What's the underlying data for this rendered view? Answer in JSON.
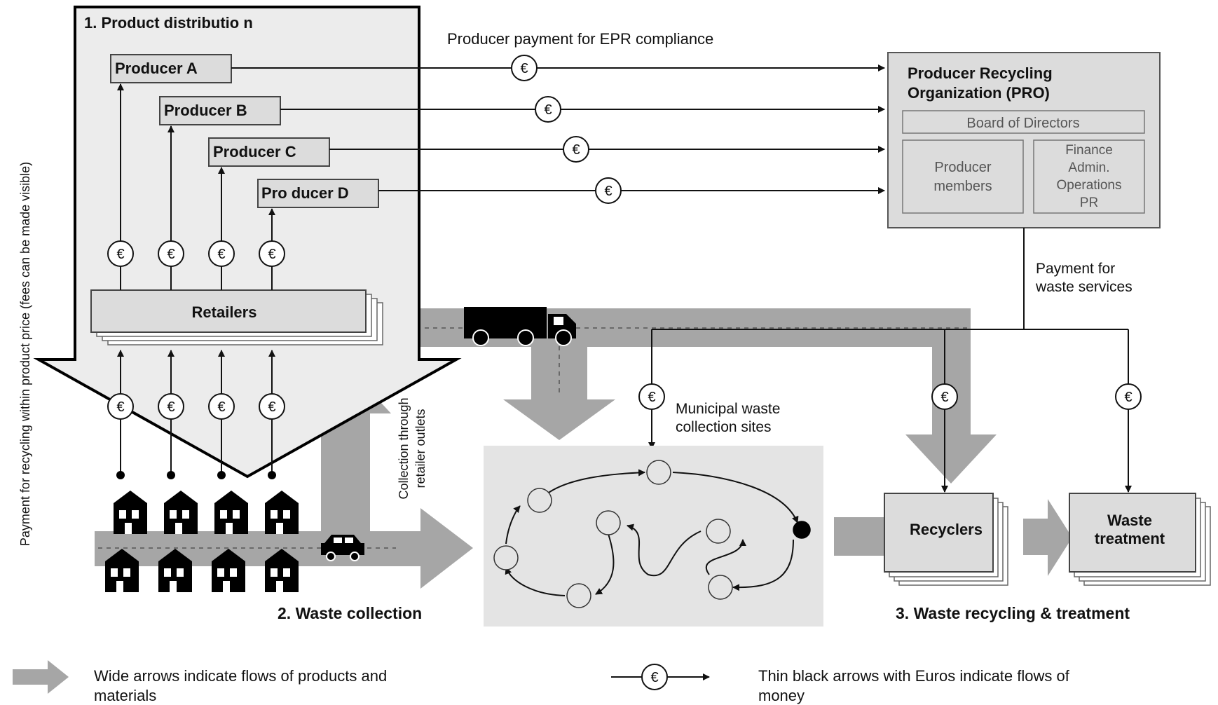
{
  "colors": {
    "wide_arrow": "#a6a6a6",
    "panel": "#ececec",
    "box": "#dcdcdc",
    "stroke": "#222222",
    "money_line": "#111111"
  },
  "distribution": {
    "title": "1. Product distributio n",
    "producers": [
      "Producer A",
      "Producer B",
      "Producer C",
      "Pro ducer D"
    ],
    "retailers": "Retailers",
    "side_label": "Payment for recycling within product price (fees can be made visible)",
    "collection_retailer": [
      "Collection through",
      "retailer outlets"
    ]
  },
  "epr_label": "Producer payment for EPR compliance",
  "euro_symbol": "€",
  "pro": {
    "title_line1": "Producer Recycling",
    "title_line2": "Organization (PRO)",
    "board": "Board of Directors",
    "members_line1": "Producer",
    "members_line2": "members",
    "functions": [
      "Finance",
      "Admin.",
      "Operations",
      "PR"
    ]
  },
  "payment_services": [
    "Payment for",
    "waste services"
  ],
  "municipal": [
    "Municipal waste",
    "collection sites"
  ],
  "section_waste_collection": "2. Waste collection",
  "recyclers": "Recyclers",
  "treatment": [
    "Waste",
    "treatment"
  ],
  "section_recycling": "3. Waste recycling & treatment",
  "legend": {
    "wide_line1": "Wide arrows indicate flows of products and",
    "wide_line2": "materials",
    "thin_line1": "Thin black arrows with Euros indicate flows of",
    "thin_line2": "money"
  },
  "icons": [
    "house-icon",
    "truck-icon",
    "car-icon",
    "euro-coin-icon"
  ]
}
